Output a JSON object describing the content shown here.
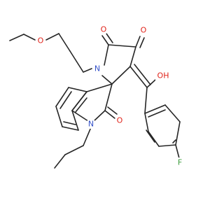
{
  "atoms": {
    "methoxy_o": {
      "text": "O",
      "element": "O"
    },
    "ring_n": {
      "text": "N",
      "element": "N"
    },
    "carbonyl_o_upper_left": {
      "text": "O",
      "element": "O"
    },
    "carbonyl_o_upper_right": {
      "text": "O",
      "element": "O"
    },
    "hydroxyl_o": {
      "text": "OH",
      "element": "O"
    },
    "indole_n": {
      "text": "N",
      "element": "N"
    },
    "lactam_o": {
      "text": "O",
      "element": "O"
    },
    "fluorine": {
      "text": "F",
      "element": "F"
    }
  },
  "colors": {
    "bond": "#262626",
    "oxygen": "#e0241b",
    "nitrogen": "#3350c8",
    "fluorine": "#3c9c3c"
  }
}
